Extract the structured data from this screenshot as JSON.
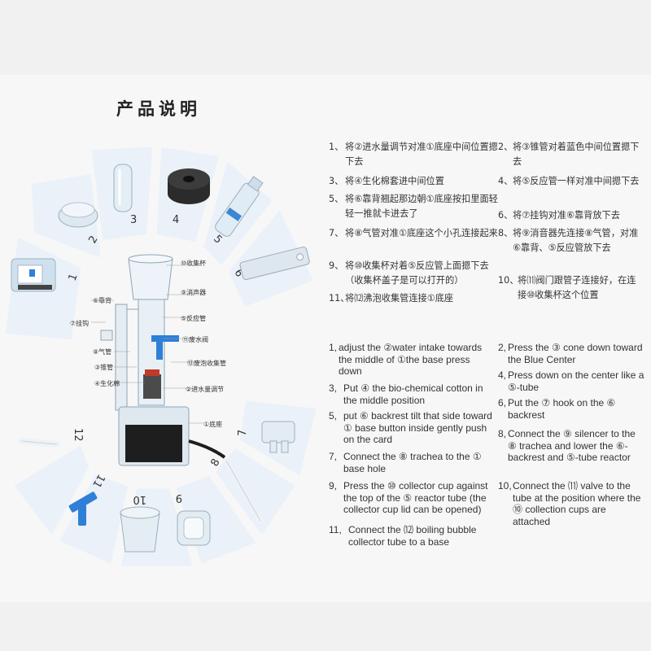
{
  "title": "产品说明",
  "part_numbers": [
    "1",
    "2",
    "3",
    "4",
    "5",
    "6",
    "7",
    "8",
    "9",
    "10",
    "11",
    "12"
  ],
  "part_labels": {
    "cup": "⑩收集杯",
    "silencer": "⑨消声器",
    "backrest": "⑥靠背",
    "reactor": "⑤反应管",
    "hook": "⑦挂钩",
    "valve": "⑪废水阀",
    "trachea": "⑧气管",
    "foam": "⑫废泡收集管",
    "cone": "③锥管",
    "cotton": "④生化棉",
    "intake": "②进水量调节",
    "base": "①底座"
  },
  "zh_left": [
    {
      "idx": "1、",
      "text": "将②进水量调节对准①底座中间位置摁下去"
    },
    {
      "idx": "3、",
      "text": "将④生化棉套进中间位置"
    },
    {
      "idx": "5、",
      "text": "将⑥靠背翘起那边朝①底座按扣里面轻轻一推就卡进去了"
    },
    {
      "idx": "7、",
      "text": "将⑧气管对准①底座这个小孔连接起来"
    },
    {
      "idx": "9、",
      "text": "将⑩收集杯对着⑤反应管上面摁下去（收集杯盖子是可以打开的）"
    },
    {
      "idx": "11、",
      "text": "将⑿沸泡收集管连接①底座"
    }
  ],
  "zh_right": [
    {
      "idx": "2、",
      "text": "将③锥管对着蓝色中间位置摁下去"
    },
    {
      "idx": "4、",
      "text": "将⑤反应管一样对准中间摁下去"
    },
    {
      "idx": "6、",
      "text": "将⑦挂钩对准⑥靠背放下去"
    },
    {
      "idx": "8、",
      "text": "将⑨消音器先连接⑧气管，对准⑥靠背、⑤反应管放下去"
    },
    {
      "idx": "10、",
      "text": "将⑾阀门跟管子连接好，在连接⑩收集杯这个位置"
    }
  ],
  "en_left": [
    {
      "idx": "1,",
      "text": "adjust the ②water intake towards the middle of ①the base press down"
    },
    {
      "idx": "3,",
      "text": "Put ④ the bio-chemical cotton in the middle position"
    },
    {
      "idx": "5,",
      "text": "put ⑥ backrest tilt that side toward ① base button inside gently push on the card"
    },
    {
      "idx": "7,",
      "text": "Connect the ⑧ trachea to the ① base hole"
    },
    {
      "idx": "9,",
      "text": "Press the ⑩ collector cup against the top of the ⑤ reactor tube (the collector cup lid can be opened)"
    },
    {
      "idx": "11,",
      "text": "Connect the ⑿ boiling bubble collector tube to a base"
    }
  ],
  "en_right": [
    {
      "idx": "2,",
      "text": "Press the ③ cone down toward the Blue Center"
    },
    {
      "idx": "4,",
      "text": "Press down on the center like a ⑤-tube"
    },
    {
      "idx": "6,",
      "text": "Put the ⑦ hook on the ⑥ backrest"
    },
    {
      "idx": "8,",
      "text": "Connect the ⑨ silencer to the ⑧ trachea and lower the ⑥-backrest and ⑤-tube reactor"
    },
    {
      "idx": "10,",
      "text": "Connect the ⑾ valve to the tube at the position where the ⑩ collection cups are attached"
    }
  ],
  "colors": {
    "segment": "#eaf1f8",
    "accent_blue": "#2f7fd8",
    "dark": "#1e1e1e"
  }
}
